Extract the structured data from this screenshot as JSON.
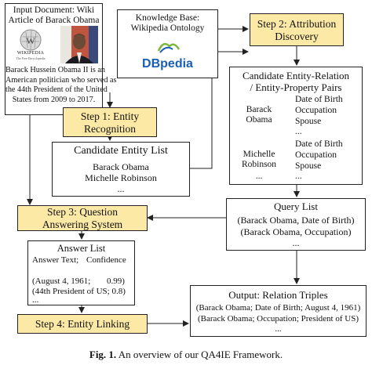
{
  "input_doc": {
    "title_line1": "Input Document: Wiki",
    "title_line2": "Article of Barack Obama",
    "wiki_logo_text": "WIKIPEDIA",
    "wiki_logo_sub": "The Free Encyclopedia",
    "body": [
      "Barack Hussein Obama II is an",
      "American politician who served as",
      "the 44th President of the United",
      "States from 2009 to 2017."
    ]
  },
  "knowledge_base": {
    "title_line1": "Knowledge Base:",
    "title_line2": "Wikipedia Ontology",
    "logo_text": "DBpedia"
  },
  "step1": {
    "line1": "Step 1: Entity",
    "line2": "Recognition"
  },
  "step2": {
    "line1": "Step 2: Attribution",
    "line2": "Discovery"
  },
  "step3": {
    "line1": "Step 3:  Question",
    "line2": "Answering System"
  },
  "step4": {
    "label": "Step 4: Entity Linking"
  },
  "candidate_entities": {
    "title": "Candidate Entity List",
    "items": [
      "Barack Obama",
      "Michelle Robinson",
      "..."
    ]
  },
  "candidate_pairs": {
    "title_line1": "Candidate Entity-Relation",
    "title_line2": "/ Entity-Property Pairs",
    "groups": [
      {
        "entity_line1": "Barack",
        "entity_line2": "Obama",
        "props": [
          "Date of Birth",
          "Occupation",
          "Spouse",
          "..."
        ]
      },
      {
        "entity_line1": "Michelle",
        "entity_line2": "Robinson",
        "props": [
          "Date of Birth",
          "Occupation",
          "Spouse",
          "..."
        ]
      }
    ],
    "trailing": "..."
  },
  "query_list": {
    "title": "Query List",
    "items": [
      "(Barack Obama, Date of Birth)",
      "(Barack Obama, Occupation)",
      "..."
    ]
  },
  "answer_list": {
    "title": "Answer List",
    "header_answer": "Answer Text;",
    "header_conf": "Confidence",
    "row1_text": "(August 4, 1961;",
    "row1_conf": "0.99)",
    "row2": "(44th President of US;  0.8)",
    "trailing": "..."
  },
  "output": {
    "title": "Output: Relation Triples",
    "items": [
      "(Barack Obama; Date of Birth; August 4, 1961)",
      "(Barack Obama; Occupation; President of US)",
      "..."
    ]
  },
  "caption": {
    "label": "Fig. 1.",
    "text": " An overview of our QA4IE Framework."
  },
  "colors": {
    "step_fill": "#fde9a6",
    "line": "#222222",
    "dbpedia_blue": "#1a5fb4",
    "dbpedia_green": "#7bb73d"
  }
}
